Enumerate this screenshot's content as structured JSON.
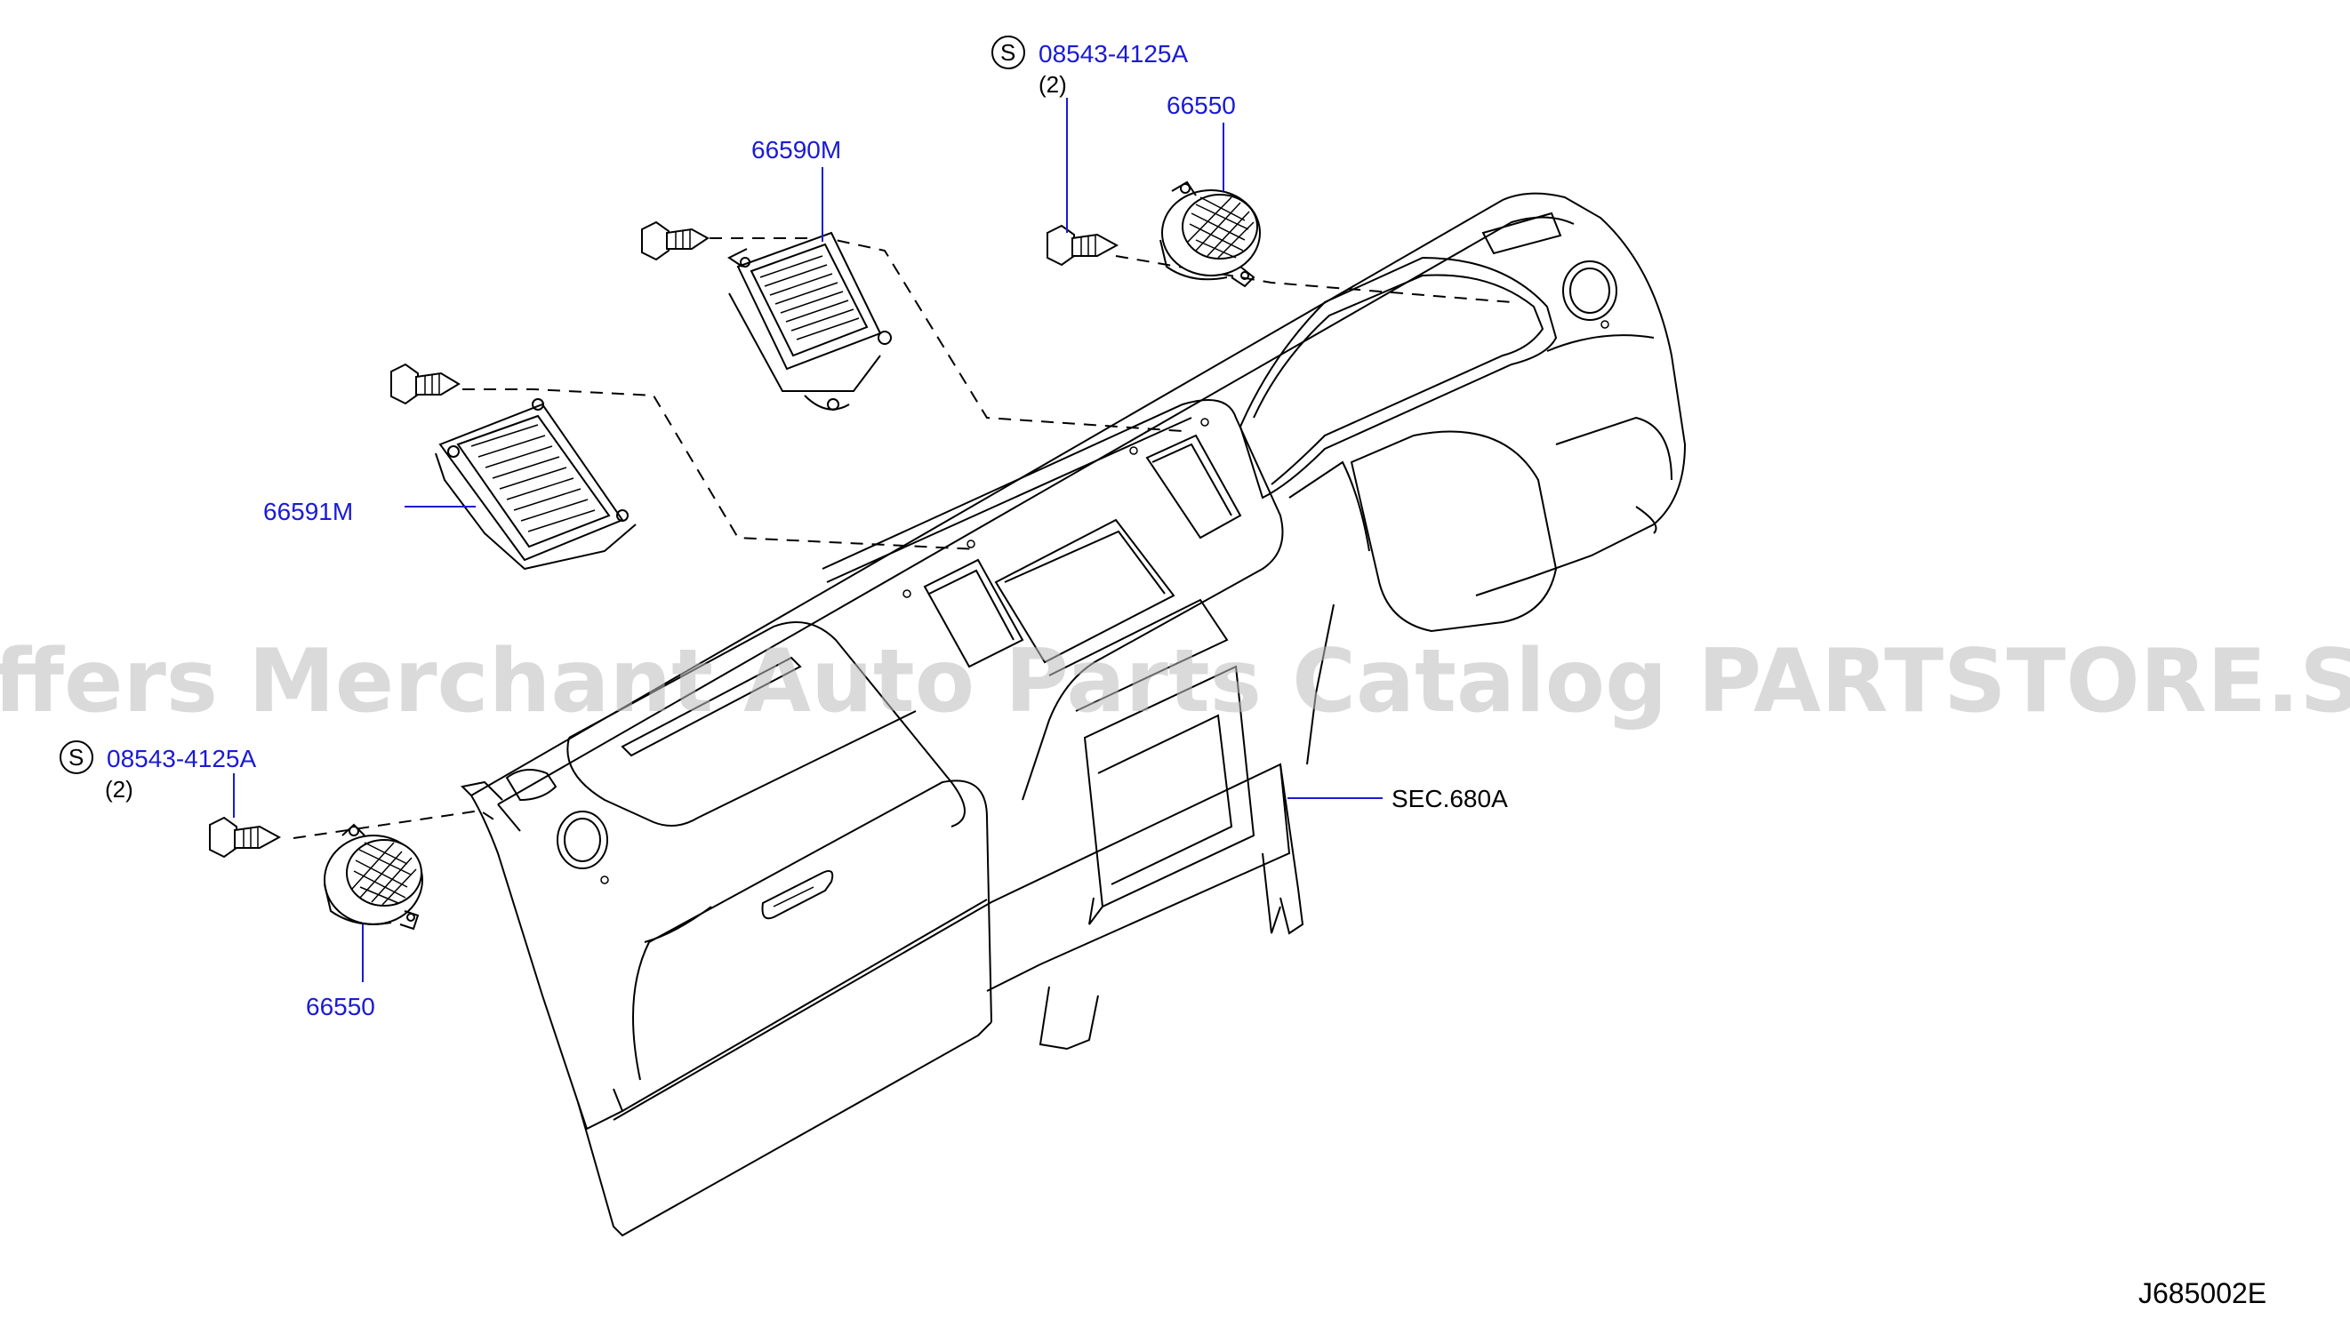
{
  "watermark": "Offers Merchant Auto Parts Catalog PARTSTORE.SA",
  "diagram_code": "J685002E",
  "callouts": {
    "screw_top": {
      "symbol": "S",
      "part": "08543-4125A",
      "qty": "(2)"
    },
    "vent_right": {
      "part": "66550"
    },
    "vent_center": {
      "part": "66590M"
    },
    "vent_side": {
      "part": "66591M"
    },
    "screw_left": {
      "symbol": "S",
      "part": "08543-4125A",
      "qty": "(2)"
    },
    "vent_left": {
      "part": "66550"
    },
    "section_ref": {
      "part": "SEC.680A"
    }
  },
  "colors": {
    "callout": "#1a1ad6",
    "line": "#000000",
    "watermark": "#bdbdbd"
  }
}
